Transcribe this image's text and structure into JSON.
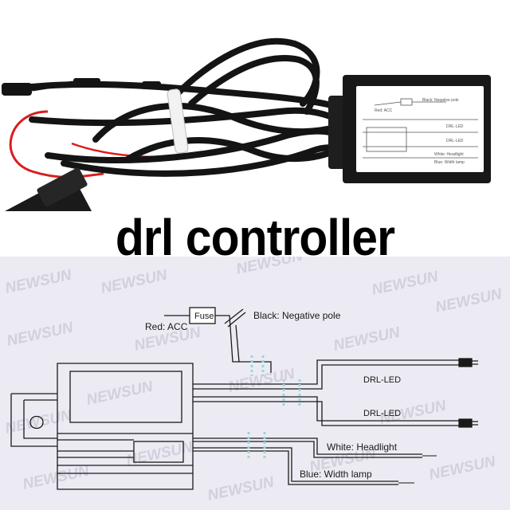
{
  "headline": "drl controller",
  "watermark": "NEWSUN",
  "diagram": {
    "fuse_label": "Fuse",
    "black_label": "Black: Negative pole",
    "red_label": "Red: ACC",
    "drl1_label": "DRL-LED",
    "drl2_label": "DRL-LED",
    "white_label": "White: Headlight",
    "blue_label": "Blue: Width lamp"
  },
  "colors": {
    "diagram_bg": "#ecebf3",
    "line": "#1a1a1a",
    "cut_mark": "#9fd4dd",
    "cable": "#141414",
    "red_wire": "#d81e1e"
  }
}
